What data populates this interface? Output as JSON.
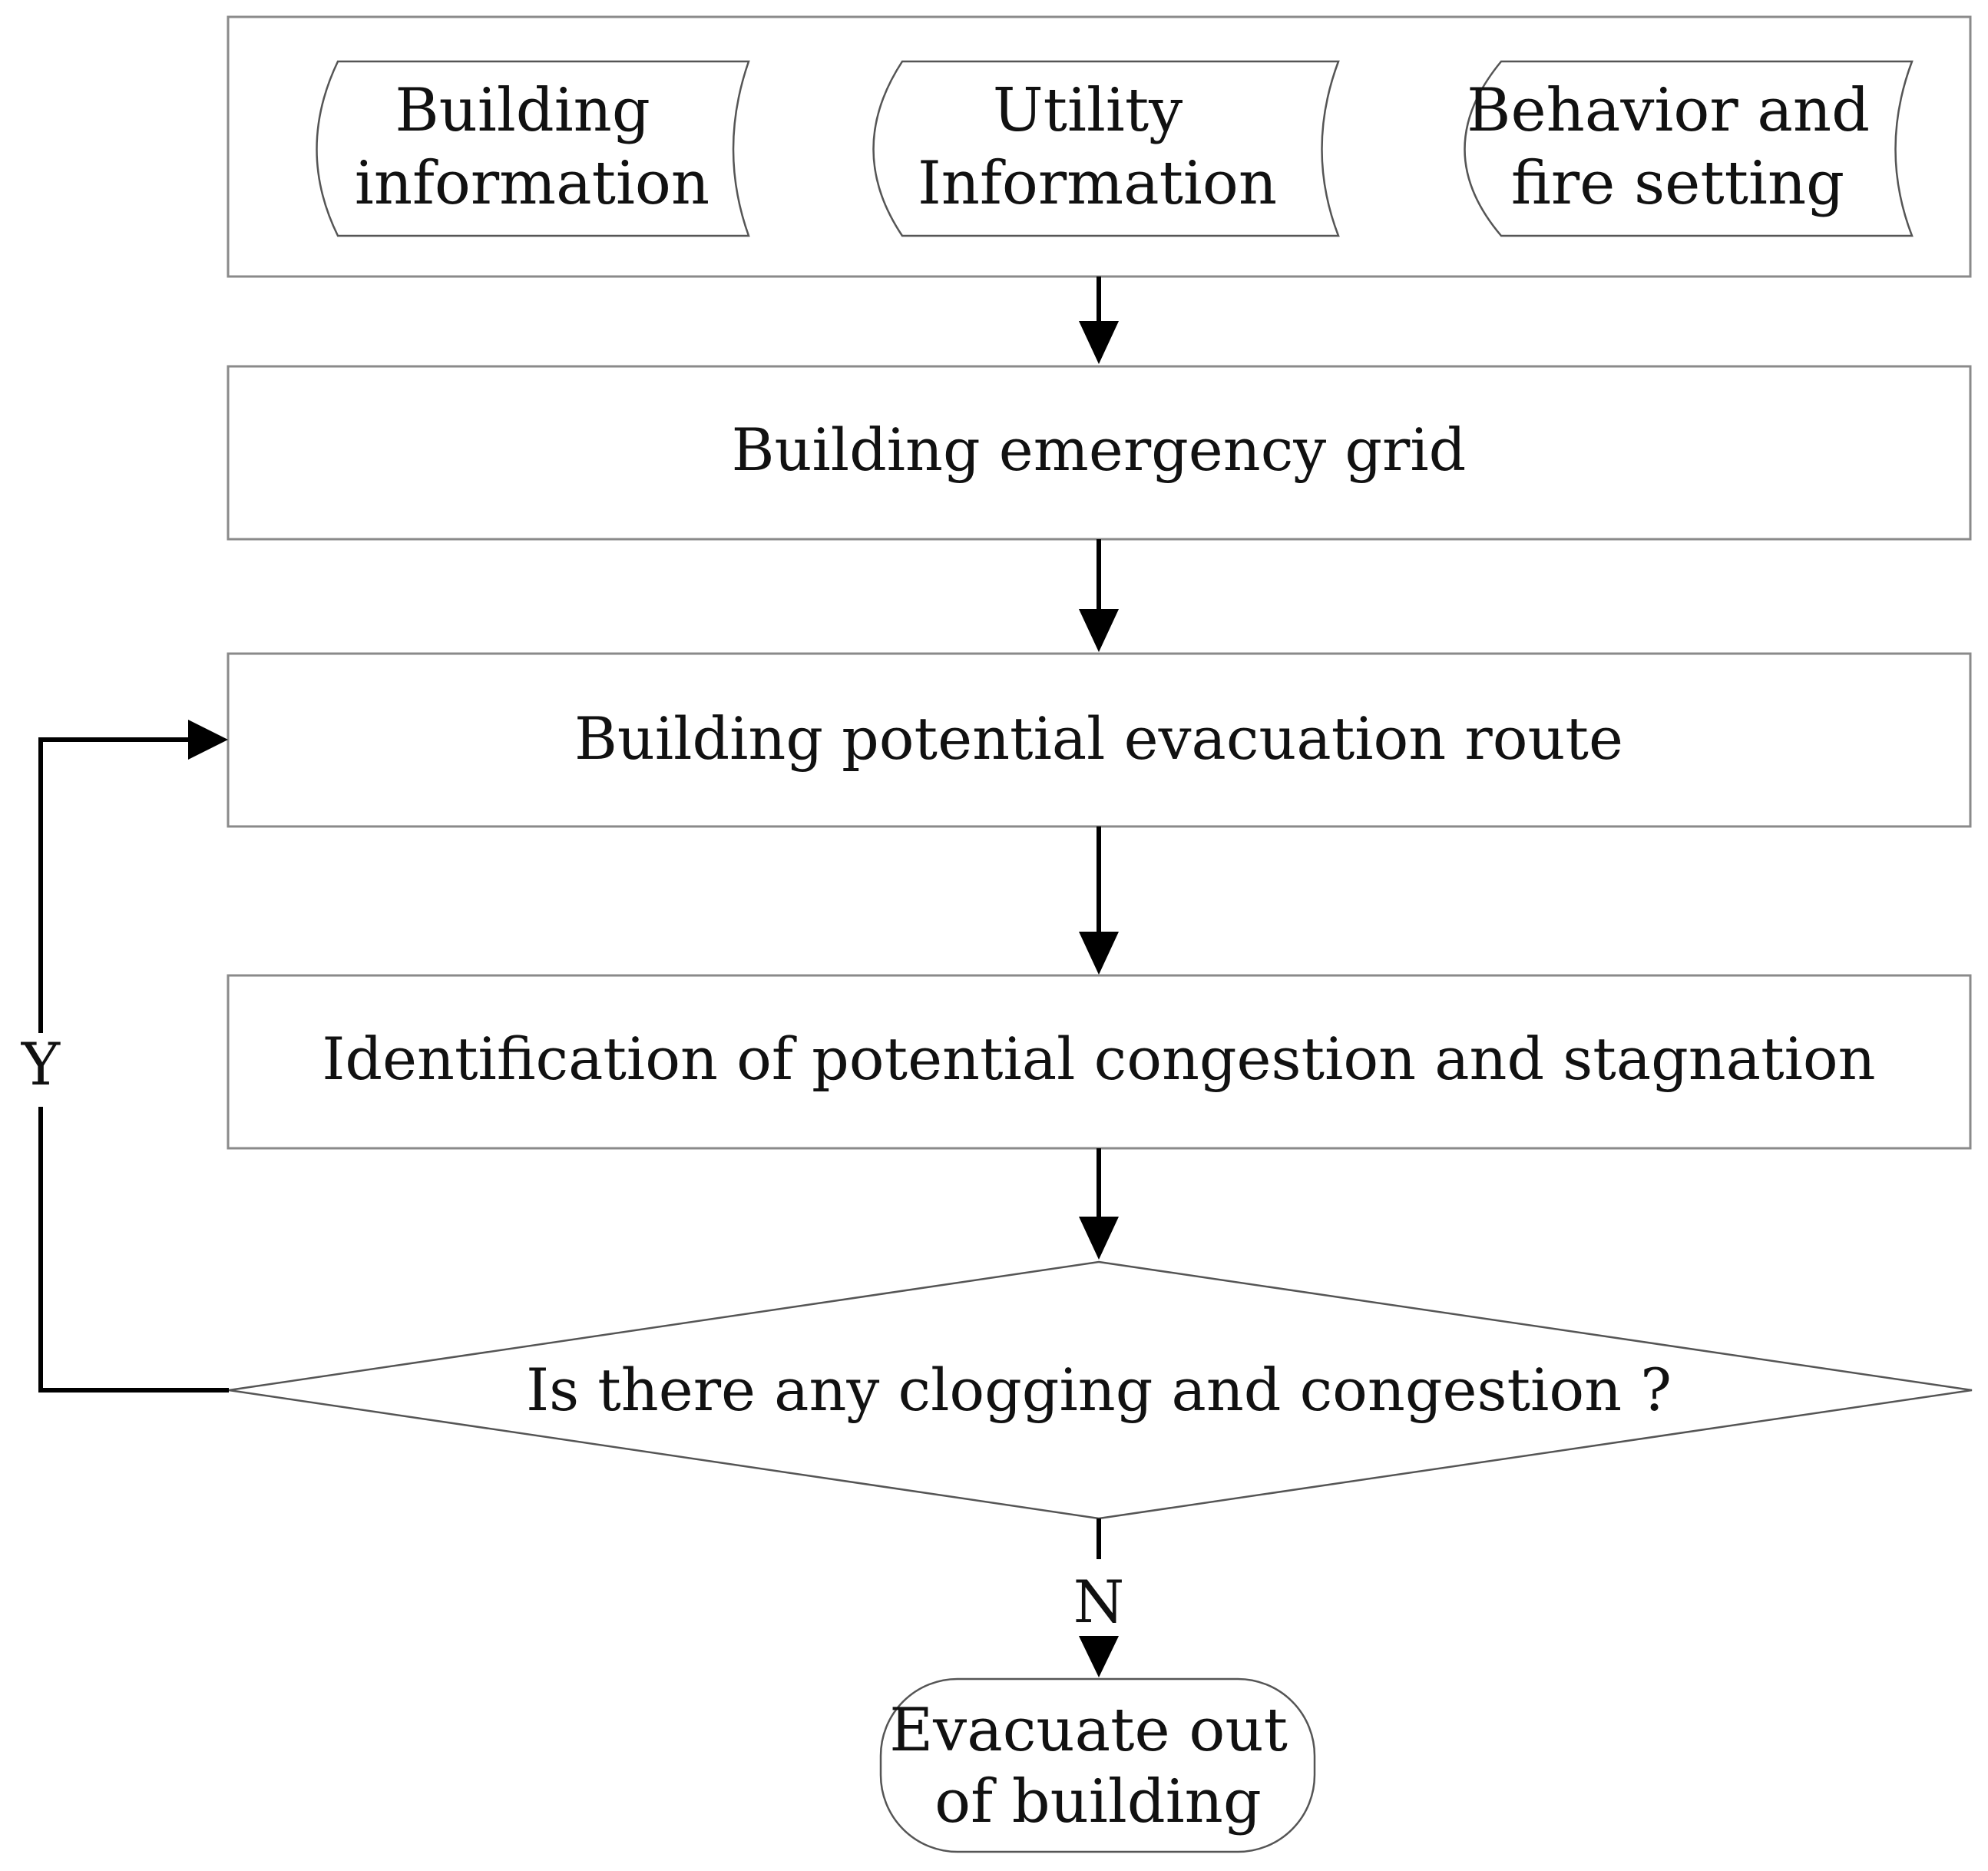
{
  "inputs": {
    "building": [
      "Building",
      "information"
    ],
    "utility": [
      "Utility",
      "Information"
    ],
    "behavior": [
      "Behavior and",
      "fire setting"
    ]
  },
  "steps": {
    "grid": "Building emergency grid",
    "route": "Building potential evacuation route",
    "identification": "Identification of potential congestion and stagnation"
  },
  "decision": {
    "question": "Is there any clogging and congestion ?",
    "yes_label": "Y",
    "no_label": "N"
  },
  "terminal": [
    "Evacuate out",
    "of building"
  ]
}
